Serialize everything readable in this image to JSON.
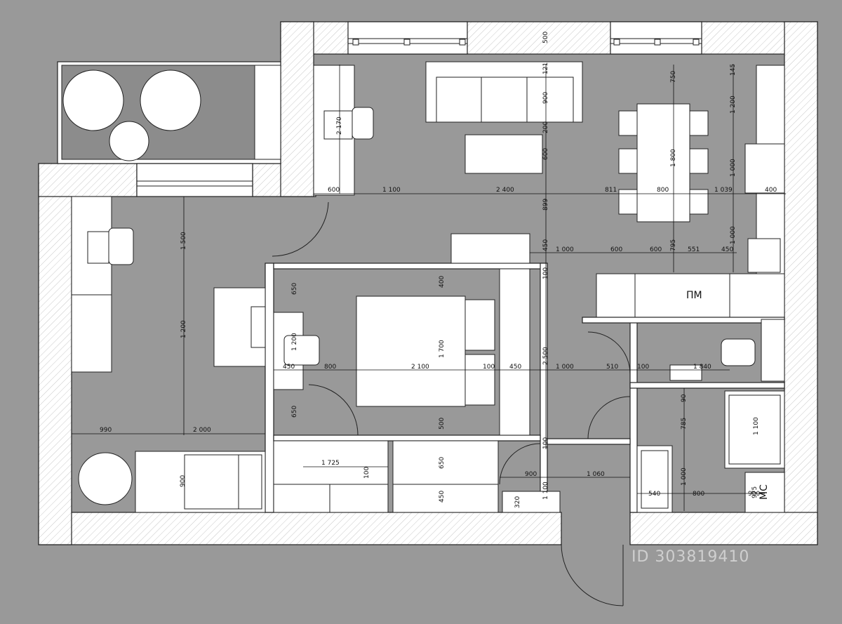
{
  "plan": {
    "dimensions": [
      "500",
      "121",
      "900",
      "200",
      "600",
      "750",
      "145",
      "1 200",
      "1 000",
      "1 800",
      "2 170",
      "600",
      "1 100",
      "2 400",
      "811",
      "800",
      "1 039",
      "400",
      "899",
      "1 000",
      "450",
      "1 000",
      "600",
      "600",
      "795",
      "551",
      "450",
      "1 500",
      "650",
      "400",
      "1 700",
      "100",
      "1 200",
      "1 200",
      "450",
      "800",
      "2 100",
      "100",
      "450",
      "2 500",
      "1 000",
      "510",
      "100",
      "1 840",
      "650",
      "500",
      "90",
      "785",
      "1 100",
      "990",
      "2 000",
      "1 725",
      "100",
      "650",
      "100",
      "900",
      "1 060",
      "1 000",
      "900",
      "450",
      "1 100",
      "320",
      "540",
      "800",
      "975",
      "900"
    ],
    "marks": {
      "fridge": "ПМ",
      "washer": "МС"
    },
    "watermark": "ID 303819410"
  }
}
